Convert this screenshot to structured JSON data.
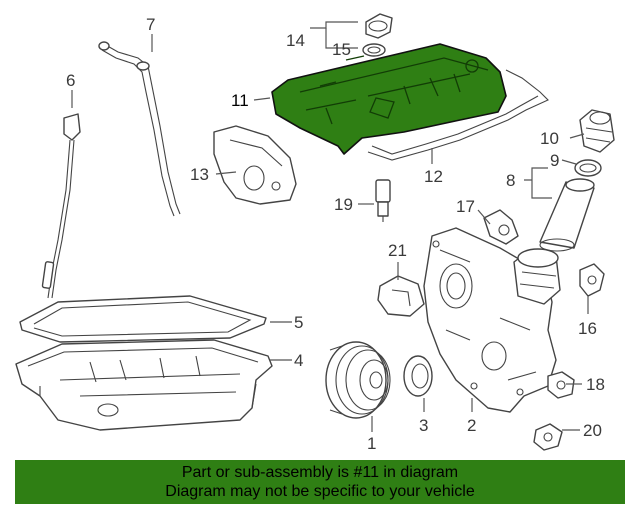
{
  "diagram": {
    "highlighted_part": "11",
    "highlight_color": "#2f7f14",
    "callouts": {
      "p1": "1",
      "p2": "2",
      "p3": "3",
      "p4": "4",
      "p5": "5",
      "p6": "6",
      "p7": "7",
      "p8": "8",
      "p9": "9",
      "p10": "10",
      "p11": "11",
      "p12": "12",
      "p13": "13",
      "p14": "14",
      "p15": "15",
      "p16": "16",
      "p17": "17",
      "p18": "18",
      "p19": "19",
      "p20": "20",
      "p21": "21"
    }
  },
  "banner": {
    "line1": "Part or sub-assembly is #11 in diagram",
    "line2": "Diagram may not be specific to your vehicle"
  }
}
